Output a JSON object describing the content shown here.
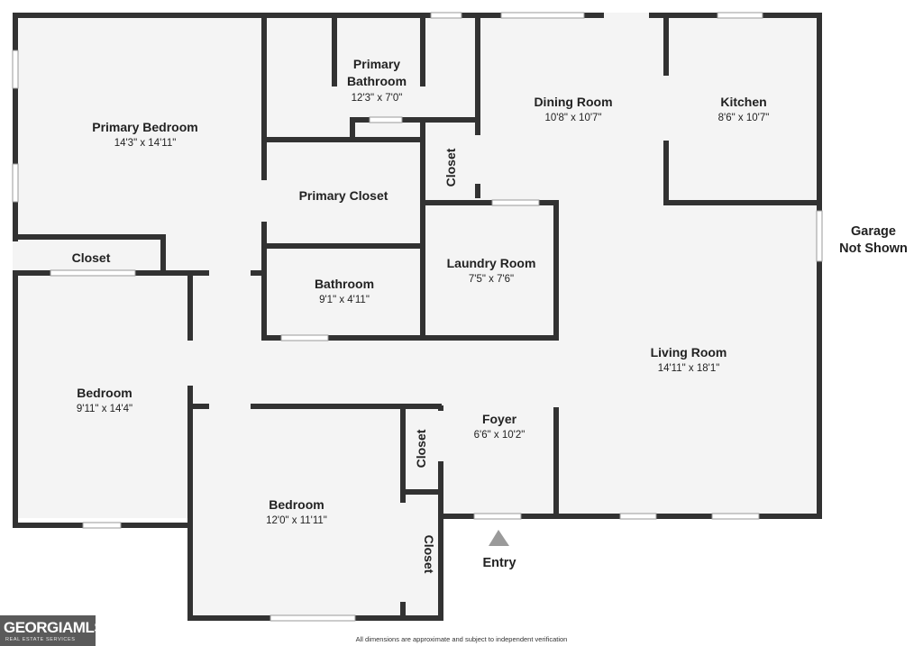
{
  "rooms": {
    "primary_bedroom": {
      "name": "Primary Bedroom",
      "dims": "14'3\" x 14'11\""
    },
    "primary_bathroom": {
      "name_line1": "Primary",
      "name_line2": "Bathroom",
      "dims": "12'3\" x 7'0\""
    },
    "dining_room": {
      "name": "Dining Room",
      "dims": "10'8\" x 10'7\""
    },
    "kitchen": {
      "name": "Kitchen",
      "dims": "8'6\" x 10'7\""
    },
    "closet_hall": {
      "name": "Closet"
    },
    "primary_closet": {
      "name": "Primary Closet"
    },
    "closet_primary_bed": {
      "name": "Closet"
    },
    "bathroom": {
      "name": "Bathroom",
      "dims": "9'1\" x 4'11\""
    },
    "laundry_room": {
      "name": "Laundry Room",
      "dims": "7'5\" x 7'6\""
    },
    "living_room": {
      "name": "Living Room",
      "dims": "14'11\" x 18'1\""
    },
    "bedroom_left": {
      "name": "Bedroom",
      "dims": "9'11\" x 14'4\""
    },
    "foyer": {
      "name": "Foyer",
      "dims": "6'6\" x 10'2\""
    },
    "closet_foyer": {
      "name": "Closet"
    },
    "bedroom_lower": {
      "name": "Bedroom",
      "dims": "12'0\" x 11'11\""
    },
    "closet_bedroom_lower": {
      "name": "Closet"
    }
  },
  "garage_line1": "Garage",
  "garage_line2": "Not Shown",
  "entry_label": "Entry",
  "disclaimer": "All dimensions are approximate and subject to independent verification",
  "logo": {
    "name": "GEORGIAMLS",
    "tagline": "REAL ESTATE SERVICES"
  },
  "colors": {
    "wall": "#323232",
    "floor": "#f4f4f4",
    "entry_arrow": "#9a9a9a"
  }
}
